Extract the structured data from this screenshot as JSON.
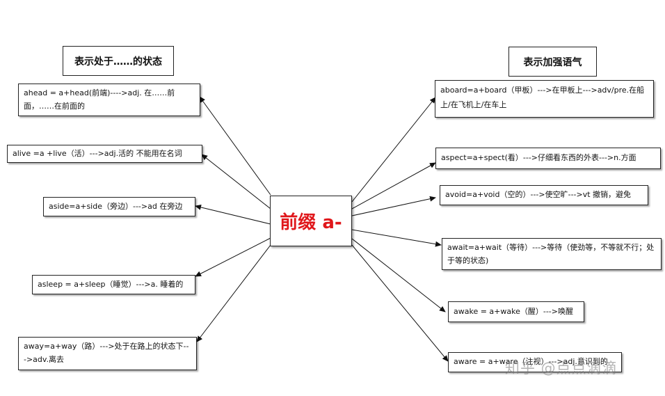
{
  "center_label": "前缀 a-",
  "left_header": "表示处于……的状态",
  "right_header": "表示加强语气",
  "left_items": [
    "ahead = a+head(前端)---->adj. 在……前面，……在前面的",
    "alive =a +live（活）--->adj.活的 不能用在名词",
    "aside=a+side（旁边）--->ad 在旁边",
    "asleep = a+sleep（睡觉）--->a. 睡着的",
    "away=a+way（路）--->处于在路上的状态下--->adv.离去"
  ],
  "right_items": [
    "aboard=a+board（甲板）--->在甲板上--->adv/pre.在船上/在飞机上/在车上",
    "aspect=a+spect(看）--->仔细看东西的外表--->n.方面",
    "avoid=a+void（空的）--->使空旷--->vt 撤销，避免",
    "await=a+wait（等待）--->等待（使劲等，不等就不行；处于等的状态)",
    "awake = a+wake（醒）--->唤醒",
    "aware = a+ware（注视）--->adj.意识到的"
  ],
  "watermark": "知乎 @点点滴滴"
}
